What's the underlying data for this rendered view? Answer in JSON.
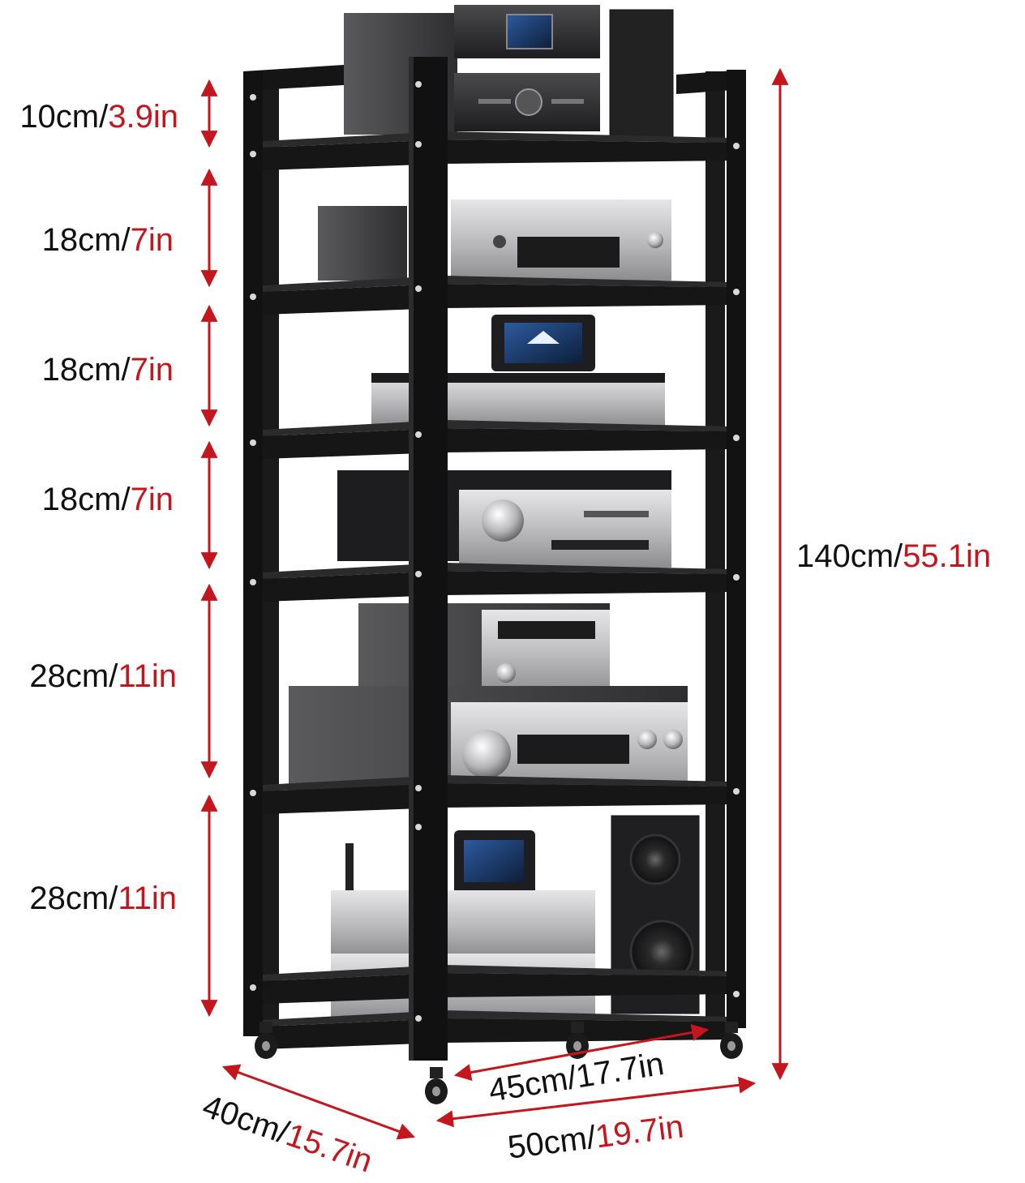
{
  "colors": {
    "frame": "#141414",
    "frame_edge": "#2a2a2a",
    "shelf_top": "#2b2b2b",
    "shelf_front": "#161616",
    "dimension_red": "#c4161c",
    "text": "#111111",
    "silver": "#c9c9cb",
    "device_dark": "#3a3a3a"
  },
  "dimensions": {
    "shelf_gaps": [
      {
        "metric": "10cm/",
        "imperial": "3.9in"
      },
      {
        "metric": "18cm/",
        "imperial": "7in"
      },
      {
        "metric": "18cm/",
        "imperial": "7in"
      },
      {
        "metric": "18cm/",
        "imperial": "7in"
      },
      {
        "metric": "28cm/",
        "imperial": "11in"
      },
      {
        "metric": "28cm/",
        "imperial": "11in"
      }
    ],
    "height": {
      "metric": "140cm/",
      "imperial": "55.1in"
    },
    "inner_width": {
      "metric": "45cm/",
      "imperial": "17.7in"
    },
    "outer_width": {
      "metric": "50cm/",
      "imperial": "19.7in"
    },
    "depth": {
      "metric": "40cm/",
      "imperial": "15.7in"
    }
  },
  "product": {
    "shelf_count": 7,
    "caster_count": 4,
    "devices": [
      "network-player",
      "power-amplifier",
      "cd-player",
      "streamer-with-display",
      "dac-unit",
      "av-receiver",
      "tape-deck",
      "integrated-amplifier",
      "network-streamer",
      "disc-player",
      "bookshelf-speaker"
    ]
  }
}
